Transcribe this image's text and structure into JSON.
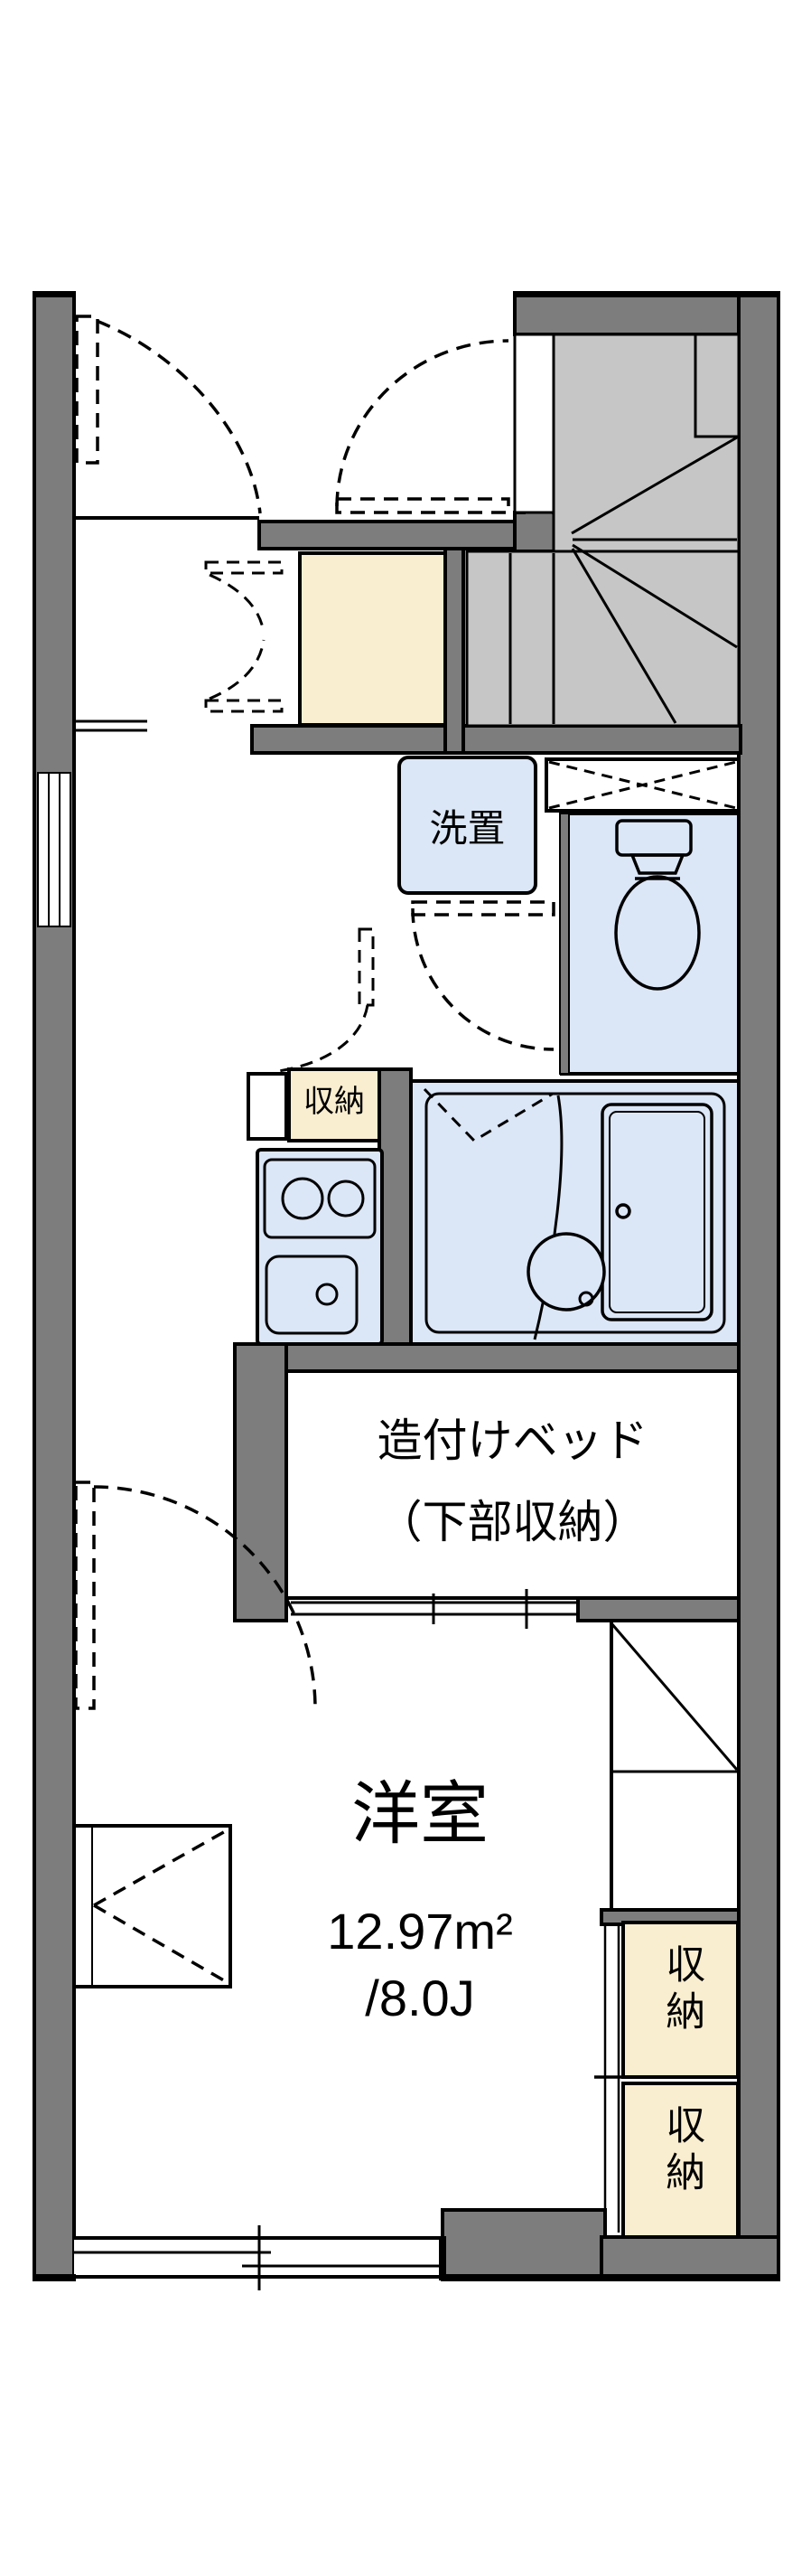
{
  "title": "1K apartment floor plan",
  "labels": {
    "laundry": "洗置",
    "storage_kitchen": "収納",
    "bed_line1": "造付けベッド",
    "bed_line2": "（下部収納）",
    "room_name": "洋室",
    "room_area_sqm": "12.97m²",
    "room_area_jo": "/8.0J",
    "storage_right_top": "収納",
    "storage_right_bottom": "収納"
  },
  "colors": {
    "wall": "#7d7d7d",
    "stair": "#c6c6c6",
    "water": "#dbe6f6",
    "cream": "#faeed0",
    "line": "#000000",
    "bg": "#ffffff"
  }
}
